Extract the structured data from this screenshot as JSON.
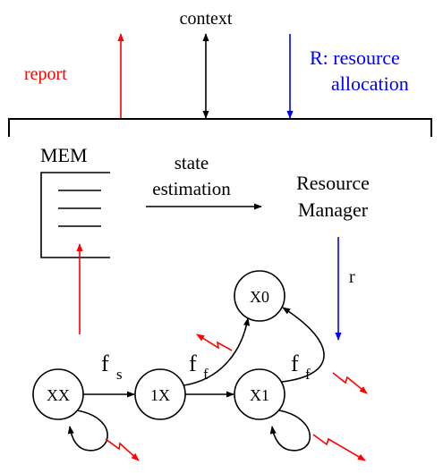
{
  "labels": {
    "context": "context",
    "report": "report",
    "resource_line1": "R: resource",
    "resource_line2": "allocation",
    "mem": "MEM",
    "state_line1": "state",
    "state_line2": "estimation",
    "rm_line1": "Resource",
    "rm_line2": "Manager",
    "r": "r",
    "f": "f",
    "sub_s": "s",
    "sub_f": "f"
  },
  "states": [
    "XX",
    "1X",
    "X1",
    "X0"
  ],
  "colors": {
    "report": "#ff0000",
    "resource": "#0000ff",
    "line": "#000000"
  }
}
